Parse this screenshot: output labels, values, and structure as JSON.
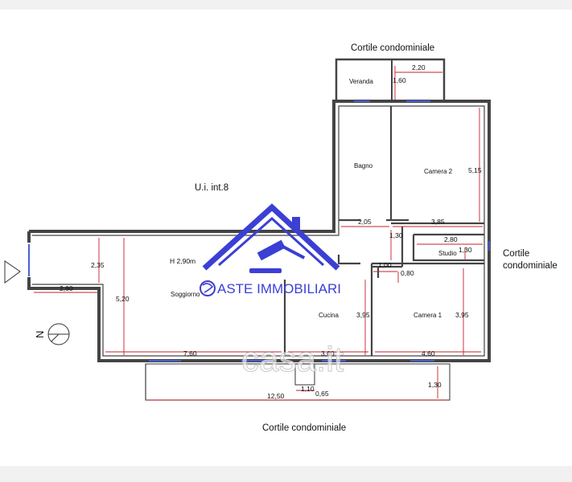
{
  "labels": {
    "cortile_top": "Cortile condominiale",
    "cortile_right_1": "Cortile",
    "cortile_right_2": "condominiale",
    "cortile_bottom": "Cortile condominiale",
    "unit": "U.i.  int.8",
    "height": "H 2,90m",
    "veranda": "Veranda",
    "bagno": "Bagno",
    "camera2": "Camera 2",
    "studio": "Studio",
    "soggiorno": "Soggiorno",
    "cucina": "Cucina",
    "camera1": "Camera 1",
    "north": "N"
  },
  "dimensions": {
    "d_2_20": "2,20",
    "d_1_60": "1,60",
    "d_5_15": "5,15",
    "d_2_05": "2,05",
    "d_3_85": "3,85",
    "d_1_30a": "1,30",
    "d_2_80": "2,80",
    "d_1_30b": "1,30",
    "d_1_00": "1,00",
    "d_0_80": "0,80",
    "d_2_35": "2,35",
    "d_2_60": "2,60",
    "d_5_20": "5,20",
    "d_3_95a": "3,95",
    "d_3_95b": "3,95",
    "d_7_60": "7,60",
    "d_3_60": "3,60",
    "d_4_60": "4,60",
    "d_1_10": "1,10",
    "d_0_65": "0,65",
    "d_12_50": "12,50",
    "d_1_30c": "1,30"
  },
  "watermark": {
    "brand": "ASTE IMMOBILIARI",
    "ghost": "casa.it",
    "color": "#3b3fd4"
  }
}
